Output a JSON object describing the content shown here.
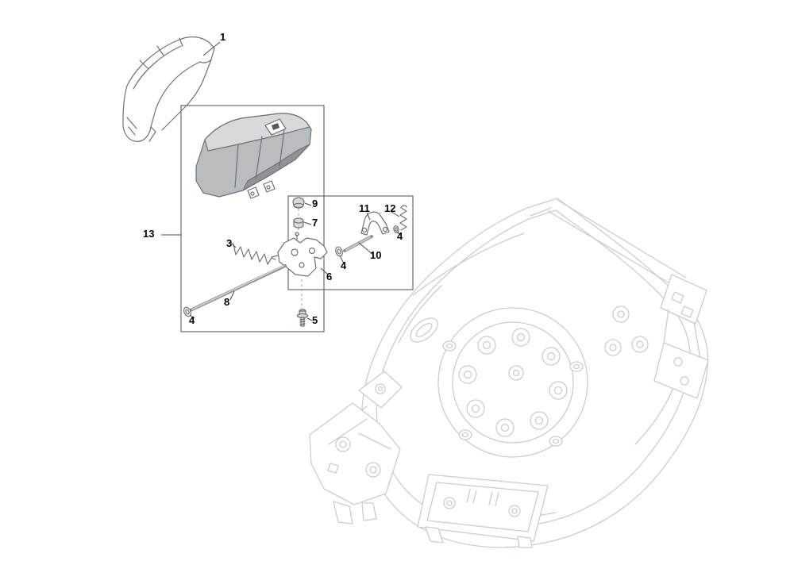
{
  "diagram": {
    "name": "exploded-parts-diagram-ejection-guard",
    "callouts": {
      "c1": "1",
      "c3": "3",
      "c4_rod_end": "4",
      "c4_bracket": "4",
      "c4_pin": "4",
      "c5": "5",
      "c6": "6",
      "c7": "7",
      "c8": "8",
      "c9": "9",
      "c10": "10",
      "c11": "11",
      "c12": "12",
      "c13": "13"
    }
  },
  "colors": {
    "deck-line": "#c9ced3",
    "part-line": "#6e7276",
    "part-fill": "#b9bdbf",
    "part-fill-light": "#d7d9da",
    "part-fill-dark": "#8f9396",
    "box-line": "#4d4d4d",
    "label-color": "#000000"
  }
}
